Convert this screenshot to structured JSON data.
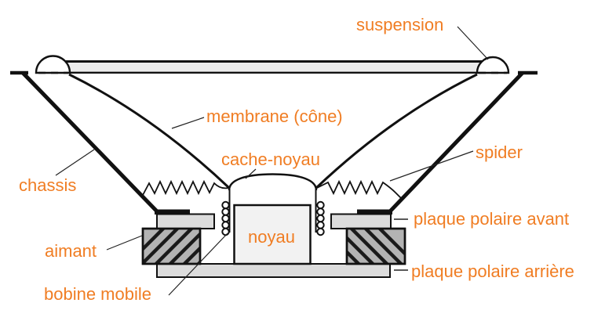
{
  "diagram": {
    "type": "loudspeaker cross-section (cutaway) schematic, French labels",
    "labels": {
      "suspension": "suspension",
      "membrane": "membrane (cône)",
      "cache_noyau": "cache-noyau",
      "spider": "spider",
      "chassis": "chassis",
      "aimant": "aimant",
      "noyau": "noyau",
      "bobine_mobile": "bobine mobile",
      "plaque_avant": "plaque polaire avant",
      "plaque_arriere": "plaque polaire arrière"
    },
    "icons": {
      "coil_turns": "circle-stack-icon",
      "spider_spring": "zigzag-spring-icon",
      "magnet_fill": "diagonal-hatch-icon"
    }
  },
  "colors": {
    "label": "#F07D23",
    "line": "#111111",
    "light-gray": "#ECECEC",
    "plate-gray": "#DCDCDC",
    "magnet-gray": "#B3B3B3",
    "noyau-gray": "#F2F2F2",
    "bg": "#FFFFFF"
  }
}
